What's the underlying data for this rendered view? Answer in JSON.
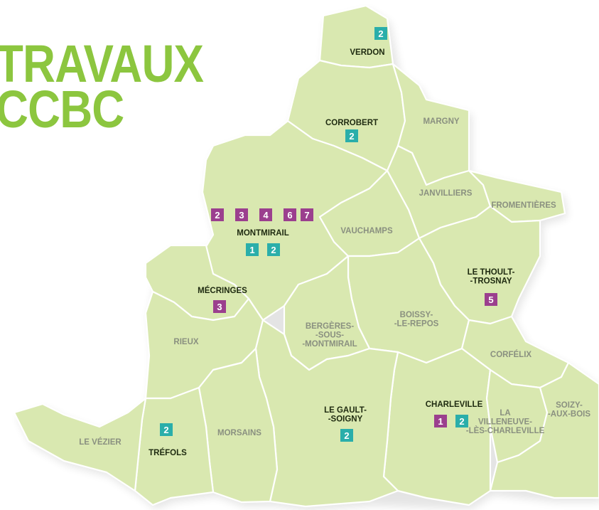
{
  "title": {
    "line1": "TRAVAUX",
    "line2": "CCBC"
  },
  "colors": {
    "title": "#8cc63f",
    "map_fill": "#d9e8b0",
    "teal": "#2aaeaa",
    "magenta": "#9b3f8e"
  },
  "communes": [
    {
      "id": "verdon",
      "label": [
        "VERDON"
      ],
      "style": "dark",
      "badges": [
        {
          "n": "2",
          "color": "teal"
        }
      ]
    },
    {
      "id": "corrobert",
      "label": [
        "CORROBERT"
      ],
      "style": "dark",
      "badges": [
        {
          "n": "2",
          "color": "teal"
        }
      ]
    },
    {
      "id": "margny",
      "label": [
        "MARGNY"
      ],
      "style": "gray",
      "badges": []
    },
    {
      "id": "janvilliers",
      "label": [
        "JANVILLIERS"
      ],
      "style": "gray",
      "badges": []
    },
    {
      "id": "fromentieres",
      "label": [
        "FROMENTIÈRES"
      ],
      "style": "gray",
      "badges": []
    },
    {
      "id": "montmirail",
      "label": [
        "MONTMIRAIL"
      ],
      "style": "dark",
      "badges": [
        {
          "n": "2",
          "color": "magenta"
        },
        {
          "n": "3",
          "color": "magenta"
        },
        {
          "n": "4",
          "color": "magenta"
        },
        {
          "n": "6",
          "color": "magenta"
        },
        {
          "n": "7",
          "color": "magenta"
        },
        {
          "n": "1",
          "color": "teal"
        },
        {
          "n": "2",
          "color": "teal"
        }
      ]
    },
    {
      "id": "vauchamps",
      "label": [
        "VAUCHAMPS"
      ],
      "style": "gray",
      "badges": []
    },
    {
      "id": "thoult",
      "label": [
        "LE THOULT-",
        "-TROSNAY"
      ],
      "style": "dark",
      "badges": [
        {
          "n": "5",
          "color": "magenta"
        }
      ]
    },
    {
      "id": "mecringes",
      "label": [
        "MÉCRINGES"
      ],
      "style": "dark",
      "badges": [
        {
          "n": "3",
          "color": "magenta"
        }
      ]
    },
    {
      "id": "boissy",
      "label": [
        "BOISSY-",
        "-LE-REPOS"
      ],
      "style": "gray",
      "badges": []
    },
    {
      "id": "bergeres",
      "label": [
        "BERGÈRES-",
        "-SOUS-",
        "-MONTMIRAIL"
      ],
      "style": "gray",
      "badges": []
    },
    {
      "id": "rieux",
      "label": [
        "RIEUX"
      ],
      "style": "gray",
      "badges": []
    },
    {
      "id": "corfelix",
      "label": [
        "CORFÉLIX"
      ],
      "style": "gray",
      "badges": []
    },
    {
      "id": "charleville",
      "label": [
        "CHARLEVILLE"
      ],
      "style": "dark",
      "badges": [
        {
          "n": "1",
          "color": "magenta"
        },
        {
          "n": "2",
          "color": "teal"
        }
      ]
    },
    {
      "id": "villeneuve",
      "label": [
        "LA",
        "VILLENEUVE-",
        "-LÈS-CHARLEVILLE"
      ],
      "style": "gray",
      "badges": []
    },
    {
      "id": "soizy",
      "label": [
        "SOIZY-",
        "-AUX-BOIS"
      ],
      "style": "gray",
      "badges": []
    },
    {
      "id": "gault",
      "label": [
        "LE GAULT-",
        "-SOIGNY"
      ],
      "style": "dark",
      "badges": [
        {
          "n": "2",
          "color": "teal"
        }
      ]
    },
    {
      "id": "morsains",
      "label": [
        "MORSAINS"
      ],
      "style": "gray",
      "badges": []
    },
    {
      "id": "trefols",
      "label": [
        "TRÉFOLS"
      ],
      "style": "dark",
      "badges": [
        {
          "n": "2",
          "color": "teal"
        }
      ]
    },
    {
      "id": "vezier",
      "label": [
        "LE VÉZIER"
      ],
      "style": "gray",
      "badges": []
    }
  ]
}
